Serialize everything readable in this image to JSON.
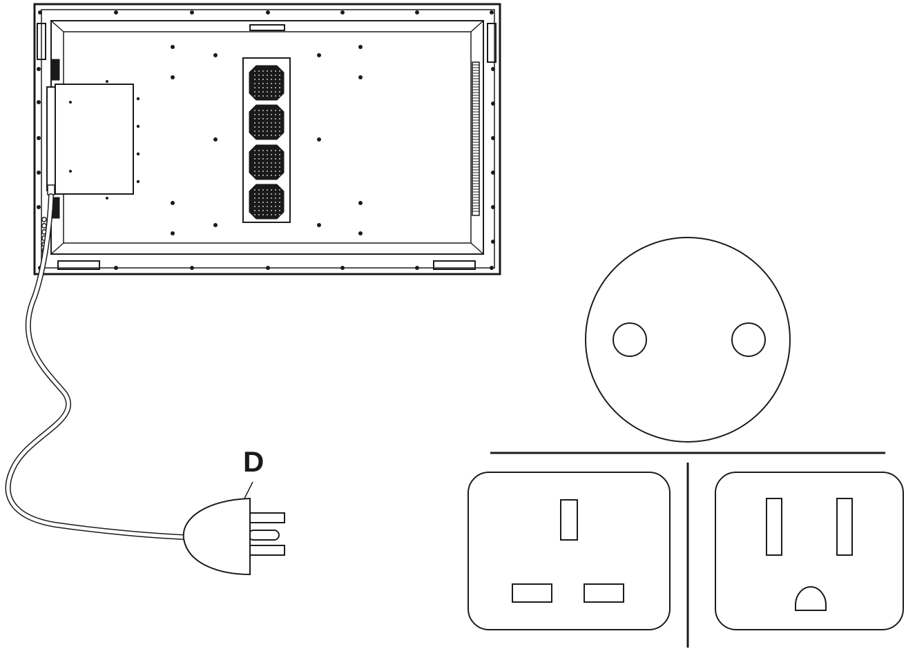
{
  "labels": {
    "plug": "D"
  },
  "colors": {
    "ink": "#1a1a1a",
    "paper": "#ffffff"
  },
  "parts": {
    "panel": "display-back-panel",
    "power_box": "power-supply-box",
    "vents": "vent-grilles",
    "cable": "power-cable",
    "plug": "mains-plug",
    "socket_round": "round-two-pin-socket-icon",
    "socket_uk": "uk-three-pin-socket-icon",
    "socket_us": "us-three-pin-socket-icon"
  }
}
